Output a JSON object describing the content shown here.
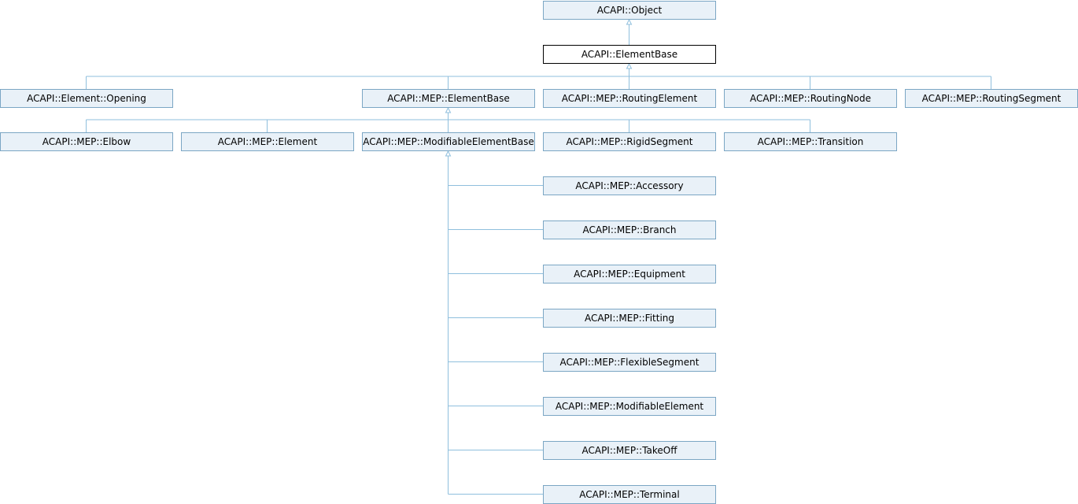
{
  "diagram": {
    "kind": "class-inheritance",
    "nodes": [
      {
        "id": "object",
        "label": "ACAPI::Object",
        "current": false
      },
      {
        "id": "elementbase",
        "label": "ACAPI::ElementBase",
        "current": true
      },
      {
        "id": "opening",
        "label": "ACAPI::Element::Opening",
        "current": false
      },
      {
        "id": "mep-elementbase",
        "label": "ACAPI::MEP::ElementBase",
        "current": false
      },
      {
        "id": "routingelement",
        "label": "ACAPI::MEP::RoutingElement",
        "current": false
      },
      {
        "id": "routingnode",
        "label": "ACAPI::MEP::RoutingNode",
        "current": false
      },
      {
        "id": "routingsegment",
        "label": "ACAPI::MEP::RoutingSegment",
        "current": false
      },
      {
        "id": "elbow",
        "label": "ACAPI::MEP::Elbow",
        "current": false
      },
      {
        "id": "mep-element",
        "label": "ACAPI::MEP::Element",
        "current": false
      },
      {
        "id": "modifiableelementbase",
        "label": "ACAPI::MEP::ModifiableElementBase",
        "current": false
      },
      {
        "id": "rigidsegment",
        "label": "ACAPI::MEP::RigidSegment",
        "current": false
      },
      {
        "id": "transition",
        "label": "ACAPI::MEP::Transition",
        "current": false
      },
      {
        "id": "accessory",
        "label": "ACAPI::MEP::Accessory",
        "current": false
      },
      {
        "id": "branch",
        "label": "ACAPI::MEP::Branch",
        "current": false
      },
      {
        "id": "equipment",
        "label": "ACAPI::MEP::Equipment",
        "current": false
      },
      {
        "id": "fitting",
        "label": "ACAPI::MEP::Fitting",
        "current": false
      },
      {
        "id": "flexiblesegment",
        "label": "ACAPI::MEP::FlexibleSegment",
        "current": false
      },
      {
        "id": "modifiableelement",
        "label": "ACAPI::MEP::ModifiableElement",
        "current": false
      },
      {
        "id": "takeoff",
        "label": "ACAPI::MEP::TakeOff",
        "current": false
      },
      {
        "id": "terminal",
        "label": "ACAPI::MEP::Terminal",
        "current": false
      }
    ],
    "edges": [
      {
        "child": "elementbase",
        "parent": "object"
      },
      {
        "child": "opening",
        "parent": "elementbase"
      },
      {
        "child": "mep-elementbase",
        "parent": "elementbase"
      },
      {
        "child": "routingelement",
        "parent": "elementbase"
      },
      {
        "child": "routingnode",
        "parent": "elementbase"
      },
      {
        "child": "routingsegment",
        "parent": "elementbase"
      },
      {
        "child": "elbow",
        "parent": "mep-elementbase"
      },
      {
        "child": "mep-element",
        "parent": "mep-elementbase"
      },
      {
        "child": "modifiableelementbase",
        "parent": "mep-elementbase"
      },
      {
        "child": "rigidsegment",
        "parent": "mep-elementbase"
      },
      {
        "child": "transition",
        "parent": "mep-elementbase"
      },
      {
        "child": "accessory",
        "parent": "modifiableelementbase"
      },
      {
        "child": "branch",
        "parent": "modifiableelementbase"
      },
      {
        "child": "equipment",
        "parent": "modifiableelementbase"
      },
      {
        "child": "fitting",
        "parent": "modifiableelementbase"
      },
      {
        "child": "flexiblesegment",
        "parent": "modifiableelementbase"
      },
      {
        "child": "modifiableelement",
        "parent": "modifiableelementbase"
      },
      {
        "child": "takeoff",
        "parent": "modifiableelementbase"
      },
      {
        "child": "terminal",
        "parent": "modifiableelementbase"
      }
    ]
  }
}
